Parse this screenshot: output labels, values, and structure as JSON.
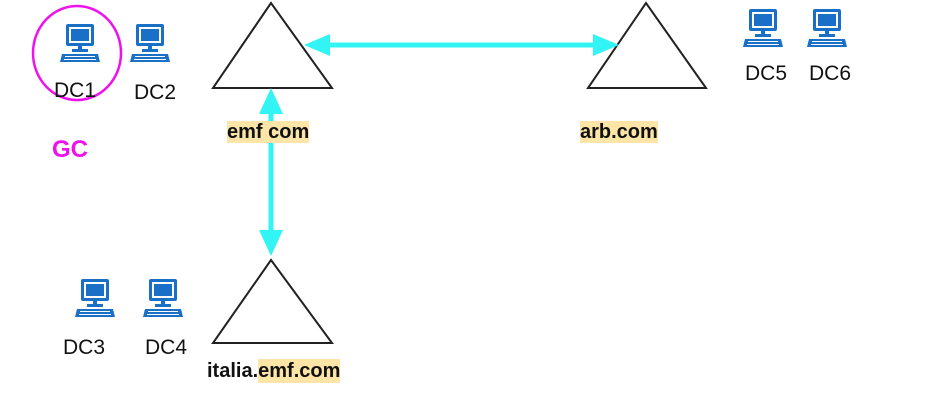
{
  "colors": {
    "link": "#33f4f4",
    "gc_ring": "#ee11ee",
    "domain_highlight": "#fde5a8",
    "computer_icon": "#1a6fc7"
  },
  "domains": {
    "emf": {
      "label_plain": "emf",
      "label_hl": "emf.com",
      "label_highlighted_part": " com"
    },
    "arb": {
      "label": "arb.com"
    },
    "italia": {
      "label_prefix": "italia.",
      "label_highlighted": "emf.com"
    }
  },
  "controllers": {
    "dc1": "DC1",
    "dc2": "DC2",
    "dc3": "DC3",
    "dc4": "DC4",
    "dc5": "DC5",
    "dc6": "DC6"
  },
  "gc_label": "GC",
  "icons": {
    "computer": "desktop-computer-icon",
    "domain": "triangle-domain-icon"
  }
}
